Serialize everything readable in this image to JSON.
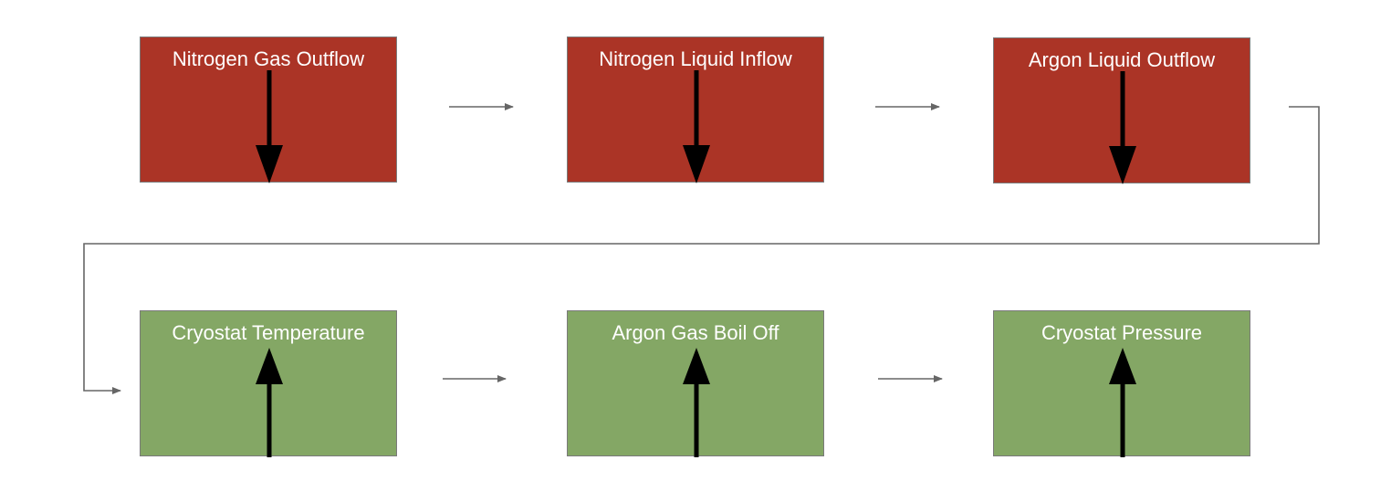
{
  "colors": {
    "decrease": "#ab3426",
    "increase": "#84a765",
    "connector": "#666666",
    "indicator": "#000000"
  },
  "nodes": [
    {
      "id": "nitrogen-gas-outflow",
      "label": "Nitrogen Gas Outflow",
      "trend": "down",
      "group": "decrease"
    },
    {
      "id": "nitrogen-liquid-inflow",
      "label": "Nitrogen Liquid Inflow",
      "trend": "down",
      "group": "decrease"
    },
    {
      "id": "argon-liquid-outflow",
      "label": "Argon Liquid Outflow",
      "trend": "down",
      "group": "decrease"
    },
    {
      "id": "cryostat-temperature",
      "label": "Cryostat Temperature",
      "trend": "up",
      "group": "increase"
    },
    {
      "id": "argon-gas-boil-off",
      "label": "Argon Gas Boil Off",
      "trend": "up",
      "group": "increase"
    },
    {
      "id": "cryostat-pressure",
      "label": "Cryostat Pressure",
      "trend": "up",
      "group": "increase"
    }
  ],
  "edges": [
    {
      "from": "nitrogen-gas-outflow",
      "to": "nitrogen-liquid-inflow"
    },
    {
      "from": "nitrogen-liquid-inflow",
      "to": "argon-liquid-outflow"
    },
    {
      "from": "argon-liquid-outflow",
      "to": "cryostat-temperature"
    },
    {
      "from": "cryostat-temperature",
      "to": "argon-gas-boil-off"
    },
    {
      "from": "argon-gas-boil-off",
      "to": "cryostat-pressure"
    }
  ]
}
